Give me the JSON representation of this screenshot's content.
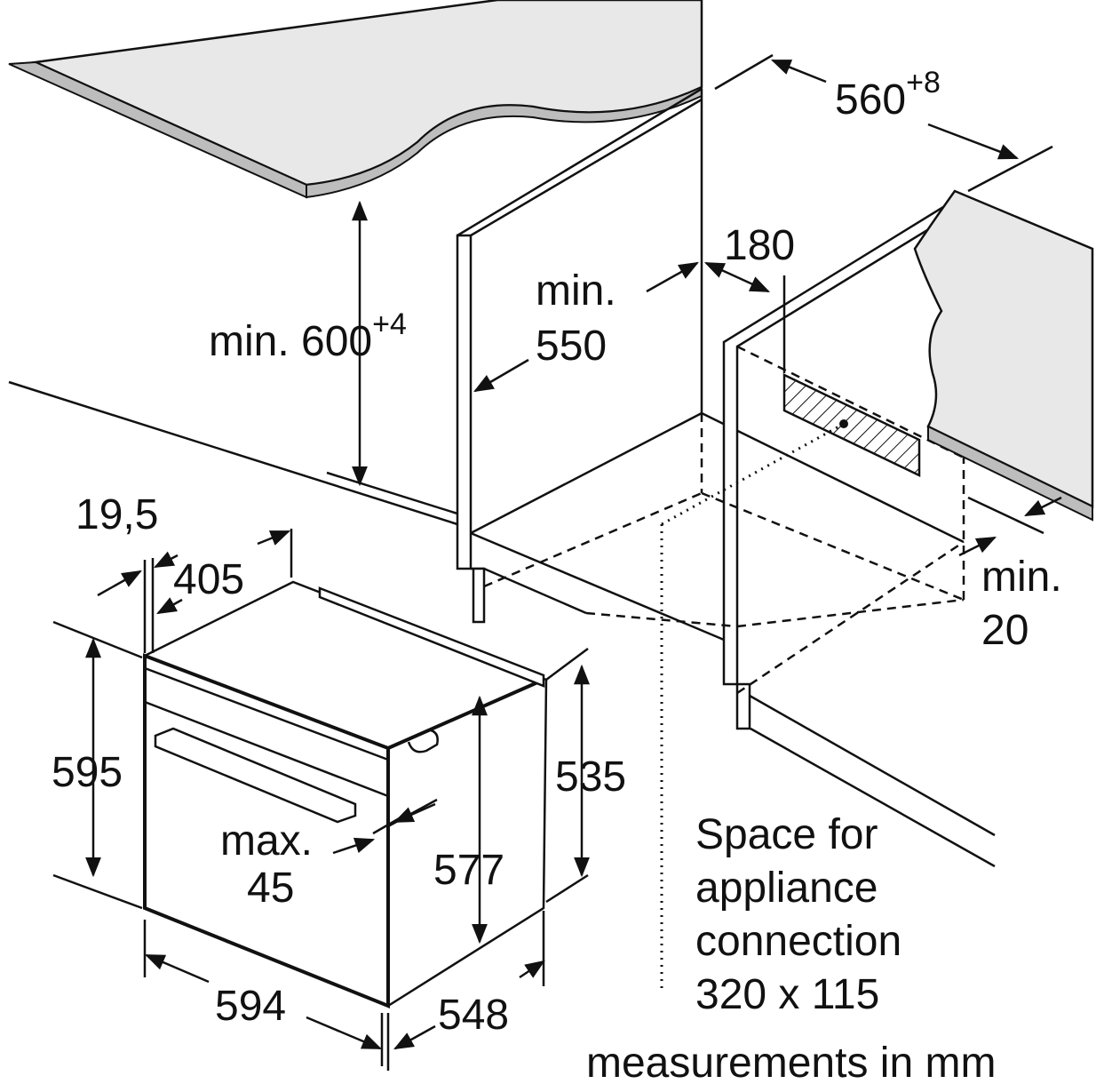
{
  "diagram": {
    "niche_width": {
      "value": "560",
      "tolerance": "+8"
    },
    "niche_height": {
      "value": "min. 600",
      "tolerance": "+4"
    },
    "depth_min": {
      "line1": "min.",
      "line2": "550"
    },
    "rear_gap": "180",
    "side_gap": {
      "line1": "min.",
      "line2": "20"
    },
    "appliance": {
      "front_offset": "19,5",
      "top_depth": "405",
      "height": "595",
      "body_height": "535",
      "inner_height": "577",
      "handle": {
        "line1": "max.",
        "line2": "45"
      },
      "width": "594",
      "depth": "548"
    },
    "connection_note": [
      "Space for",
      "appliance",
      "connection",
      "320 x 115"
    ],
    "units_note": "measurements in mm"
  }
}
